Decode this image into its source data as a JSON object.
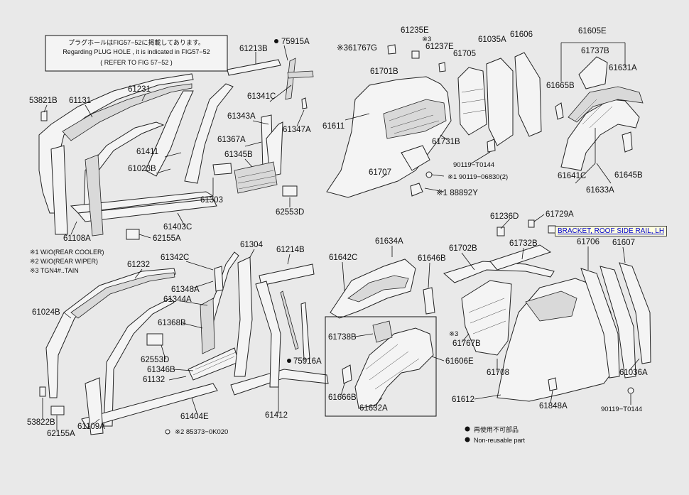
{
  "header_note": {
    "line1": "プラグホールはFIG57−52に掲載してあります。",
    "line2": "Regarding  PLUG HOLE , it is indicated in FIG57−52",
    "line3": "(    REFER TO FIG 57−52  )"
  },
  "footnotes": {
    "n1": "※1 W/O(REAR COOLER)",
    "n2": "※2 W/O(REAR WIPER)",
    "n3": "※3 TGN4#..TAIN"
  },
  "legend": {
    "jp": "再使用不可部品",
    "en": "Non-reusable part"
  },
  "tooltip": {
    "text": "BRACKET, ROOF SIDE RAIL, LH"
  },
  "parts": {
    "p61213B": "61213B",
    "p75915A": "75915A",
    "p53821B": "53821B",
    "p61131": "61131",
    "p61231": "61231",
    "p61341C": "61341C",
    "p61343A": "61343A",
    "p61347A": "61347A",
    "p61367A": "61367A",
    "p61411": "61411",
    "p61023B": "61023B",
    "p61345B": "61345B",
    "p61303": "61303",
    "p62553D_a": "62553D",
    "p61403C": "61403C",
    "p61108A": "61108A",
    "p62155A_a": "62155A",
    "p61767G": "※361767G",
    "p61235E": "61235E",
    "p61237E": "61237E",
    "p61237E_mark": "※3",
    "p61035A": "61035A",
    "p61606": "61606",
    "p61605E": "61605E",
    "p61701B": "61701B",
    "p61705": "61705",
    "p61737B": "61737B",
    "p61631A": "61631A",
    "p61611": "61611",
    "p61665B": "61665B",
    "p61731B": "61731B",
    "p90119T0144_a": "90119−T0144",
    "p61707": "61707",
    "p190119": "※1 90119−06830(2)",
    "p88892Y": "※1 88892Y",
    "p61641C": "61641C",
    "p61645B": "61645B",
    "p61633A": "61633A",
    "p61236D": "61236D",
    "p61729A": "61729A",
    "p61342C": "61342C",
    "p61304": "61304",
    "p61214B": "61214B",
    "p61634A": "61634A",
    "p61642C": "61642C",
    "p61646B": "61646B",
    "p61702B": "61702B",
    "p61732B": "61732B",
    "p61706": "61706",
    "p61607": "61607",
    "p61232": "61232",
    "p61348A": "61348A",
    "p61344A": "61344A",
    "p61024B": "61024B",
    "p61368B": "61368B",
    "p62553D_b": "62553D",
    "p61346B": "61346B",
    "p61132": "61132",
    "p75916A": "75916A",
    "p61738B": "61738B",
    "p61767B": "61767B",
    "p61767B_mark": "※3",
    "p61606E": "61606E",
    "p61708": "61708",
    "p61036A": "61036A",
    "p61666B": "61666B",
    "p61632A": "61632A",
    "p61612": "61612",
    "p61848A": "61848A",
    "p90119T0144_b": "90119−T0144",
    "p53822B": "53822B",
    "p61404E": "61404E",
    "p61412": "61412",
    "p62155A_b": "62155A",
    "p61109A": "61109A",
    "p85373": "※2 85373−0K020"
  }
}
